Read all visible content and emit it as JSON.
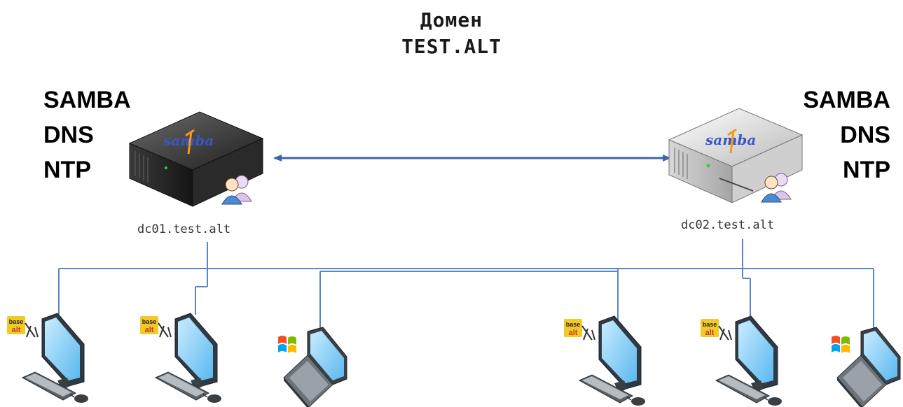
{
  "domain": {
    "title_line1": "Домен",
    "title_line2": "TEST.ALT"
  },
  "servers": [
    {
      "hostname": "dc01.test.alt",
      "logo_text": "samba",
      "services": [
        "SAMBA",
        "DNS",
        "NTP"
      ],
      "chassis": "dark"
    },
    {
      "hostname": "dc02.test.alt",
      "logo_text": "samba",
      "services": [
        "SAMBA",
        "DNS",
        "NTP"
      ],
      "chassis": "light"
    }
  ],
  "clients": [
    {
      "kind": "desktop",
      "os_badge": "basealt",
      "badge_text": [
        "base",
        "alt"
      ]
    },
    {
      "kind": "desktop",
      "os_badge": "basealt",
      "badge_text": [
        "base",
        "alt"
      ]
    },
    {
      "kind": "laptop",
      "os_badge": "windows"
    },
    {
      "kind": "desktop",
      "os_badge": "basealt",
      "badge_text": [
        "base",
        "alt"
      ]
    },
    {
      "kind": "desktop",
      "os_badge": "basealt",
      "badge_text": [
        "base",
        "alt"
      ]
    },
    {
      "kind": "laptop",
      "os_badge": "windows"
    }
  ],
  "colors": {
    "link": "#3a67a8",
    "network_line": "#5a86c5",
    "screen": "#8fd0f5",
    "badge": "#f3c928"
  }
}
